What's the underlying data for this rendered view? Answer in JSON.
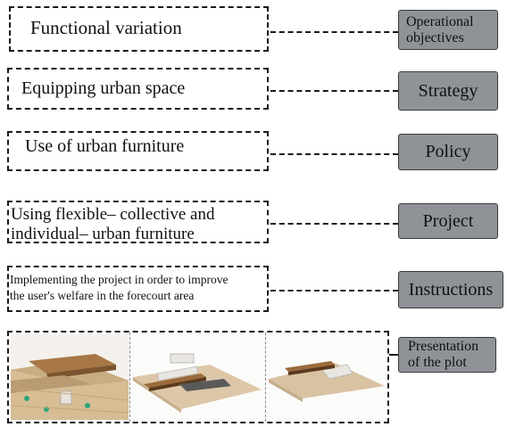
{
  "rows": [
    {
      "text": "Functional variation",
      "label_lines": [
        "Operational",
        "objectives"
      ]
    },
    {
      "text": "Equipping urban space",
      "label_lines": [
        "Strategy"
      ]
    },
    {
      "text": "Use of urban furniture",
      "label_lines": [
        "Policy"
      ]
    },
    {
      "text_lines": [
        "Using flexible– collective and",
        "individual– urban furniture"
      ],
      "label_lines": [
        "Project"
      ]
    },
    {
      "text_lines": [
        "Implementing the project in order to improve",
        "the user's welfare in the forecourt area"
      ],
      "label_lines": [
        "Instructions"
      ]
    },
    {
      "label_lines": [
        "Presentation",
        "of the plot"
      ]
    }
  ],
  "colors": {
    "label_fill": "#8f9397",
    "border": "#1a1a1a",
    "wood": "#9b6a3a",
    "ground": "#d8c3a5"
  }
}
